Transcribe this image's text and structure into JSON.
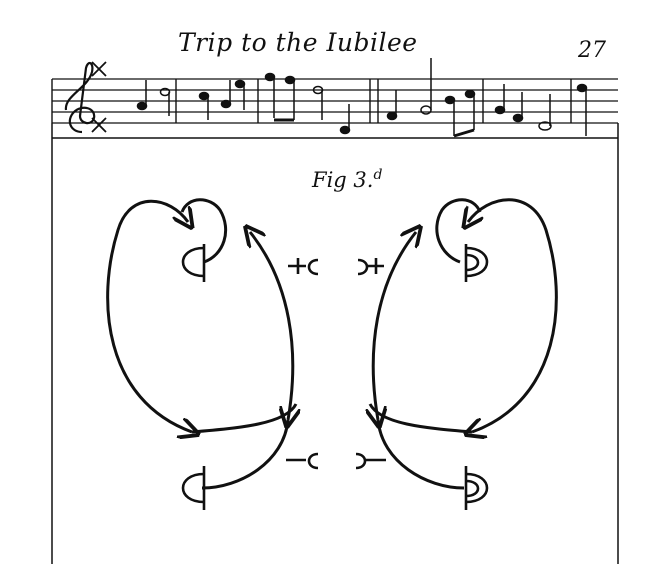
{
  "tune": {
    "title": "Trip to the Iubilee",
    "page_number": "27"
  },
  "figure": {
    "label": "Fig 3.",
    "label_sup": "d"
  },
  "colors": {
    "ink": "#111111",
    "paper": "#ffffff"
  }
}
